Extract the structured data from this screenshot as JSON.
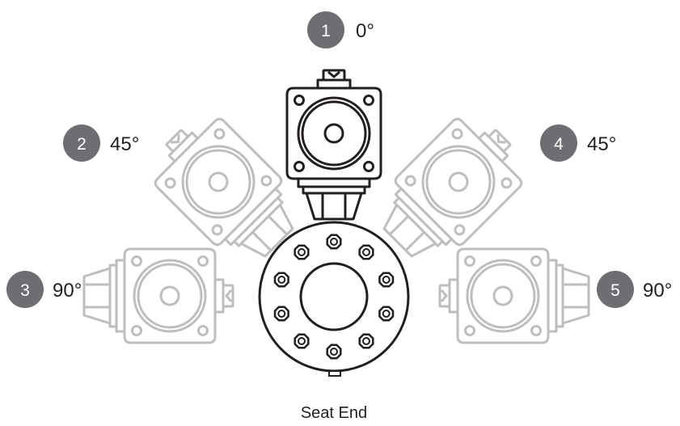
{
  "colors": {
    "primary_stroke": "#231f20",
    "ghost_stroke": "#bcbec0",
    "badge_fill": "#6d6e71",
    "badge_text": "#ffffff",
    "background": "#ffffff"
  },
  "positions": [
    {
      "number": "1",
      "angle": "0°"
    },
    {
      "number": "2",
      "angle": "45°"
    },
    {
      "number": "3",
      "angle": "90°"
    },
    {
      "number": "4",
      "angle": "45°"
    },
    {
      "number": "5",
      "angle": "90°"
    }
  ],
  "caption": "Seat End"
}
